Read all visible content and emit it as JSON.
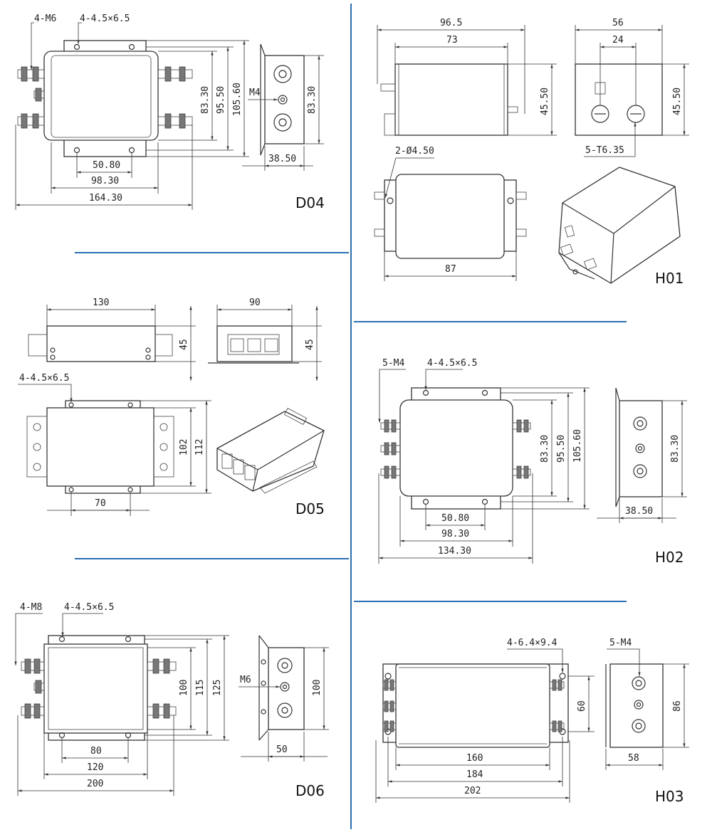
{
  "colors": {
    "separator": "#2c6fb3",
    "line": "#333333"
  },
  "models": {
    "d04": {
      "label": "D04",
      "screw": "4-M6",
      "slot": "4-4.5×6.5",
      "side_screw": "M4",
      "dims": {
        "w1": "50.80",
        "w2": "98.30",
        "w3": "164.30",
        "h1": "83.30",
        "h2": "95.50",
        "h3": "105.60",
        "side_h": "83.30",
        "side_w": "38.50"
      }
    },
    "h01": {
      "label": "H01",
      "hole": "2-Ø4.50",
      "terminal": "5-T6.35",
      "dims": {
        "w1": "96.5",
        "w2": "73",
        "h": "45.50",
        "sw1": "56",
        "sw2": "24",
        "sh": "45.50",
        "base": "87"
      }
    },
    "d05": {
      "label": "D05",
      "slot": "4-4.5×6.5",
      "dims": {
        "top_w": "130",
        "top_h": "45",
        "end_w": "90",
        "end_h": "45",
        "h1": "102",
        "h2": "112",
        "w": "70"
      }
    },
    "h02": {
      "label": "H02",
      "screw": "5-M4",
      "slot": "4-4.5×6.5",
      "dims": {
        "w1": "50.80",
        "w2": "98.30",
        "w3": "134.30",
        "h1": "83.30",
        "h2": "95.50",
        "h3": "105.60",
        "side_h": "83.30",
        "side_w": "38.50"
      }
    },
    "d06": {
      "label": "D06",
      "screw": "4-M8",
      "slot": "4-4.5×6.5",
      "side_screw": "M6",
      "dims": {
        "w1": "80",
        "w2": "120",
        "w3": "200",
        "h1": "100",
        "h2": "115",
        "h3": "125",
        "side_h": "100",
        "side_w": "50"
      }
    },
    "h03": {
      "label": "H03",
      "slot": "4-6.4×9.4",
      "screw": "5-M4",
      "dims": {
        "w1": "160",
        "w2": "184",
        "w3": "202",
        "h": "60",
        "side_h": "86",
        "side_w": "58"
      }
    }
  }
}
